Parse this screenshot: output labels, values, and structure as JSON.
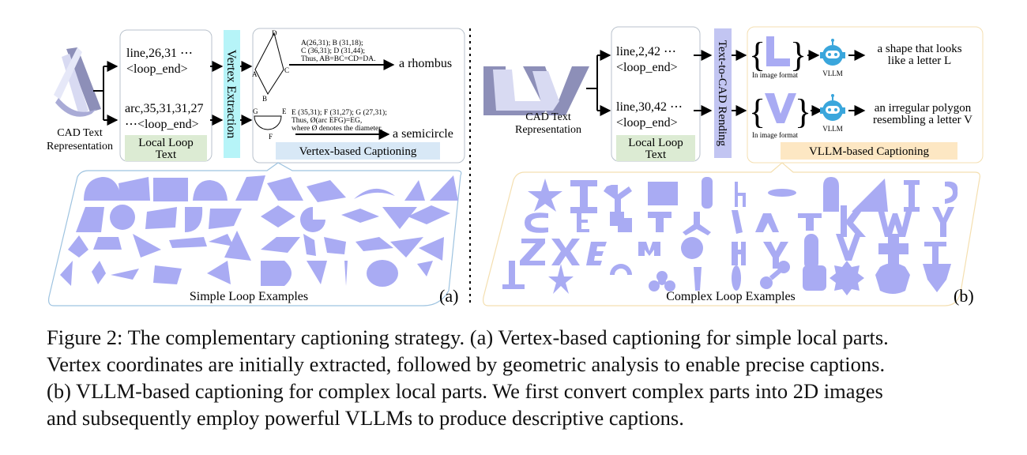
{
  "panel_a": {
    "cad_label_line1": "CAD Text",
    "cad_label_line2": "Representation",
    "loop1_text_line1": "line,26,31 ⋯",
    "loop1_text_line2": "<loop_end>",
    "loop2_text_line1": "arc,35,31,31,27",
    "loop2_text_line2": "⋯<loop_end>",
    "local_loop_line1": "Local Loop",
    "local_loop_line2": "Text",
    "vertex_extraction": "Vertex Extraction",
    "rhombus_vertex_A": "A",
    "rhombus_vertex_B": "B",
    "rhombus_vertex_C": "C",
    "rhombus_vertex_D": "D",
    "rhombus_coords_line1": "A(26,31); B (31,18);",
    "rhombus_coords_line2": "C (36,31); D (31,44);",
    "rhombus_coords_line3": "Thus, AB=BC=CD=DA.",
    "rhombus_caption": "a rhombus",
    "semi_vertex_E": "E",
    "semi_vertex_F": "F",
    "semi_vertex_G": "G",
    "semi_coords_line1": "E (35,31); F (31,27); G (27,31);",
    "semi_coords_line2": "Thus, Ø(arc EFG)=EG,",
    "semi_coords_line3": "where Ø denotes the diameter.",
    "semicircle_caption": "a semicircle",
    "vertex_captioning_label": "Vertex-based Captioning",
    "examples_label": "Simple Loop Examples",
    "panel_tag": "(a)"
  },
  "panel_b": {
    "cad_label_line1": "CAD Text",
    "cad_label_line2": "Representation",
    "loop1_text_line1": "line,2,42 ⋯",
    "loop1_text_line2": "<loop_end>",
    "loop2_text_line1": "line,30,42 ⋯",
    "loop2_text_line2": "<loop_end>",
    "local_loop_line1": "Local Loop",
    "local_loop_line2": "Text",
    "text_to_cad": "Text-to-CAD Rending",
    "image_format_1": "In image format",
    "image_format_2": "In image format",
    "vllm_label_1": "VLLM",
    "vllm_label_2": "VLLM",
    "caption1_line1": "a shape that looks",
    "caption1_line2": "like a letter L",
    "caption2_line1": "an irregular polygon",
    "caption2_line2": "resembling  a letter V",
    "vllm_captioning_label": "VLLM-based Captioning",
    "examples_label": "Complex Loop Examples",
    "panel_tag": "(b)"
  },
  "caption": {
    "line1": "Figure 2: The complementary captioning strategy. (a) Vertex-based captioning for simple local parts.",
    "line2": "Vertex coordinates are initially extracted, followed by geometric analysis to enable precise captions.",
    "line3": "(b) VLLM-based captioning for complex local parts. We first convert complex parts into 2D images",
    "line4": "and subsequently employ powerful VLLMs to produce descriptive captions."
  },
  "colors": {
    "shape_fill": "#a9abf3",
    "cad_shape_dark": "#8d8fb8",
    "cad_shape_light": "#d8daf2",
    "local_loop_bg": "#dcebd3",
    "vertex_extraction_bg": "#b6f4f8",
    "vertex_captioning_bg": "#d8e8f6",
    "text_to_cad_bg": "#c2c5f2",
    "vllm_captioning_bg": "#fde7c3",
    "panel_a_border": "#9ec3e0",
    "panel_b_border": "#f4dfb0",
    "robot_color": "#3aa6dc"
  }
}
